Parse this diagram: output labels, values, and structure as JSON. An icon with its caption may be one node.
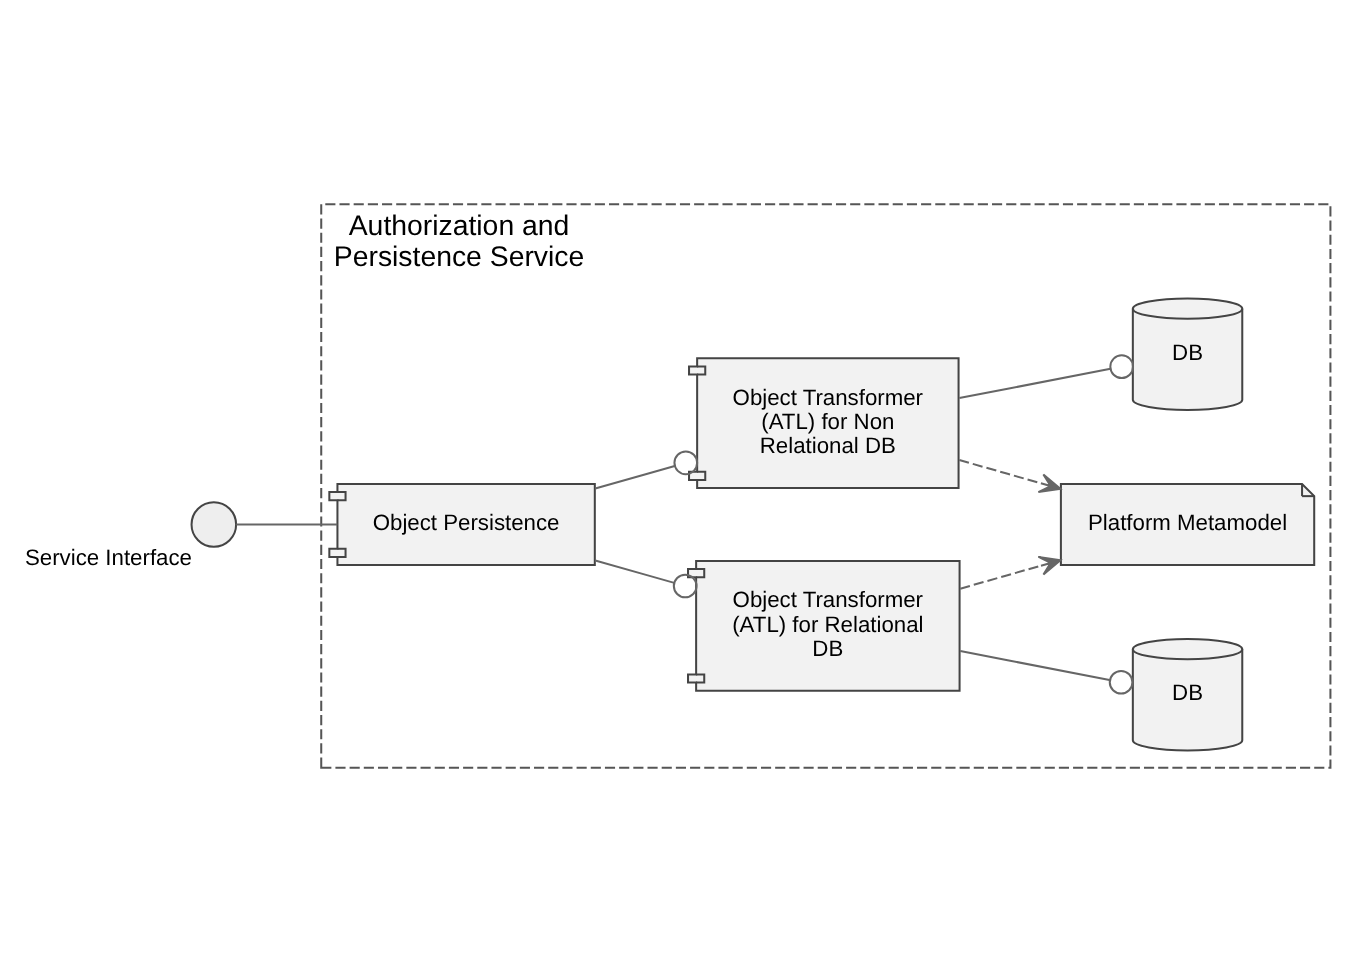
{
  "diagram": {
    "nodes": [
      {
        "text": [
          "Authorization and Persistence Service"
        ]
      },
      {
        "text": [
          "Service Interface"
        ]
      },
      {
        "text": [
          "Object Persistence"
        ],
        "in": 0
      },
      {
        "text": [
          "Object Transformer (ATL) for Relational DB"
        ],
        "in": 0
      },
      {
        "text": [
          "DB"
        ],
        "in": 0
      },
      {
        "text": [
          "Object Transformer (ATL) for Non Relational DB"
        ],
        "in": 0
      },
      {
        "text": [
          "DB"
        ],
        "in": 0
      },
      {
        "text": [
          "Platform Metamodel"
        ],
        "in": 0
      }
    ],
    "edges": [
      {
        "from": 1,
        "to": 2,
        "arrow": "none"
      },
      {
        "from": 2,
        "to": 3,
        "arrow": "other"
      },
      {
        "from": 2,
        "to": 5,
        "arrow": "other"
      },
      {
        "from": 3,
        "to": 4,
        "arrow": "other"
      },
      {
        "from": 5,
        "to": 6,
        "arrow": "other"
      },
      {
        "from": 5,
        "to": 7,
        "arrow": "to",
        "style": "dashed"
      },
      {
        "from": 3,
        "to": 7,
        "arrow": "to",
        "style": "dashed"
      }
    ]
  }
}
